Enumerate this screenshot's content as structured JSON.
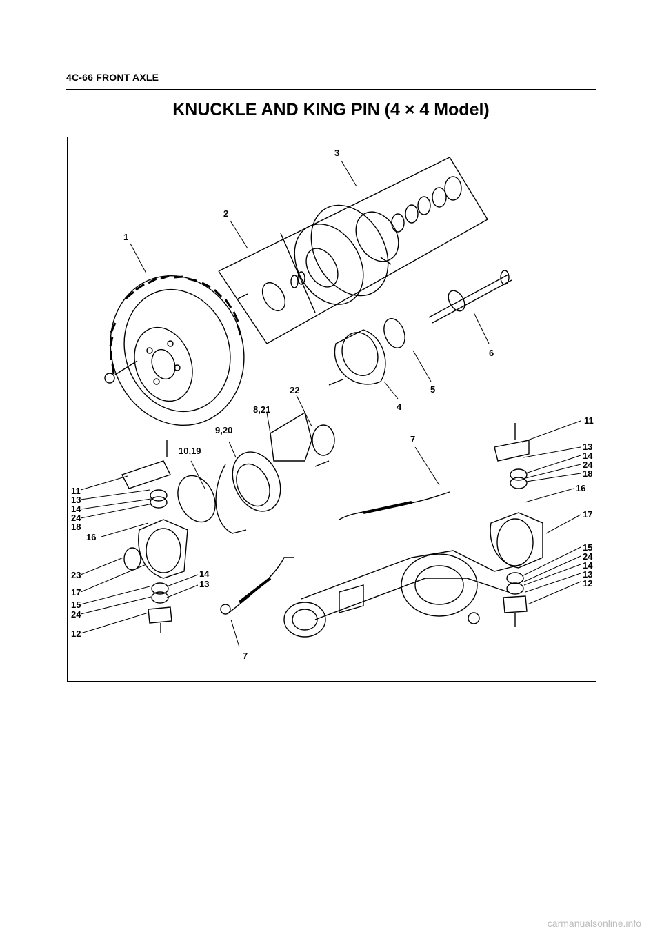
{
  "header": {
    "section": "4C-66 FRONT AXLE"
  },
  "title": "KNUCKLE AND KING PIN (4 × 4 Model)",
  "labels": {
    "l3": "3",
    "l2": "2",
    "l1": "1",
    "l6": "6",
    "l5": "5",
    "l4": "4",
    "l22": "22",
    "l821": "8,21",
    "l920": "9,20",
    "l1019": "10,19",
    "l7top": "7",
    "l7bot": "7",
    "left_11": "11",
    "left_13": "13",
    "left_14": "14",
    "left_24": "24",
    "left_18": "18",
    "left_16": "16",
    "left_23": "23",
    "left_17": "17",
    "left_15": "15",
    "left_24b": "24",
    "left_12": "12",
    "mid_14": "14",
    "mid_13": "13",
    "right_11": "11",
    "right_13": "13",
    "right_14": "14",
    "right_24": "24",
    "right_18": "18",
    "right_16": "16",
    "right_17": "17",
    "right_15": "15",
    "right_24b": "24",
    "right_14b": "14",
    "right_13b": "13",
    "right_12": "12"
  },
  "watermark": "carmanualsonline.info"
}
